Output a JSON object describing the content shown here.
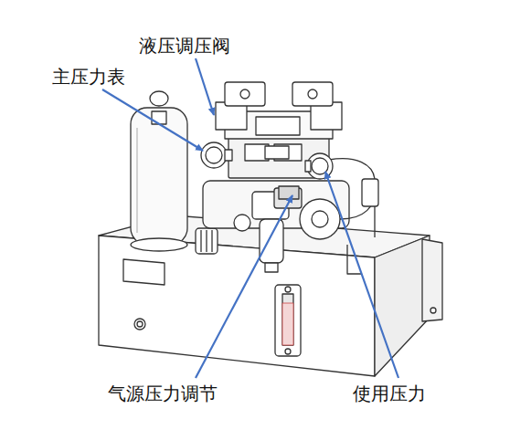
{
  "diagram": {
    "labels": [
      "液压调压阀",
      "主压力表",
      "气源压力调节",
      "使用压力"
    ]
  }
}
